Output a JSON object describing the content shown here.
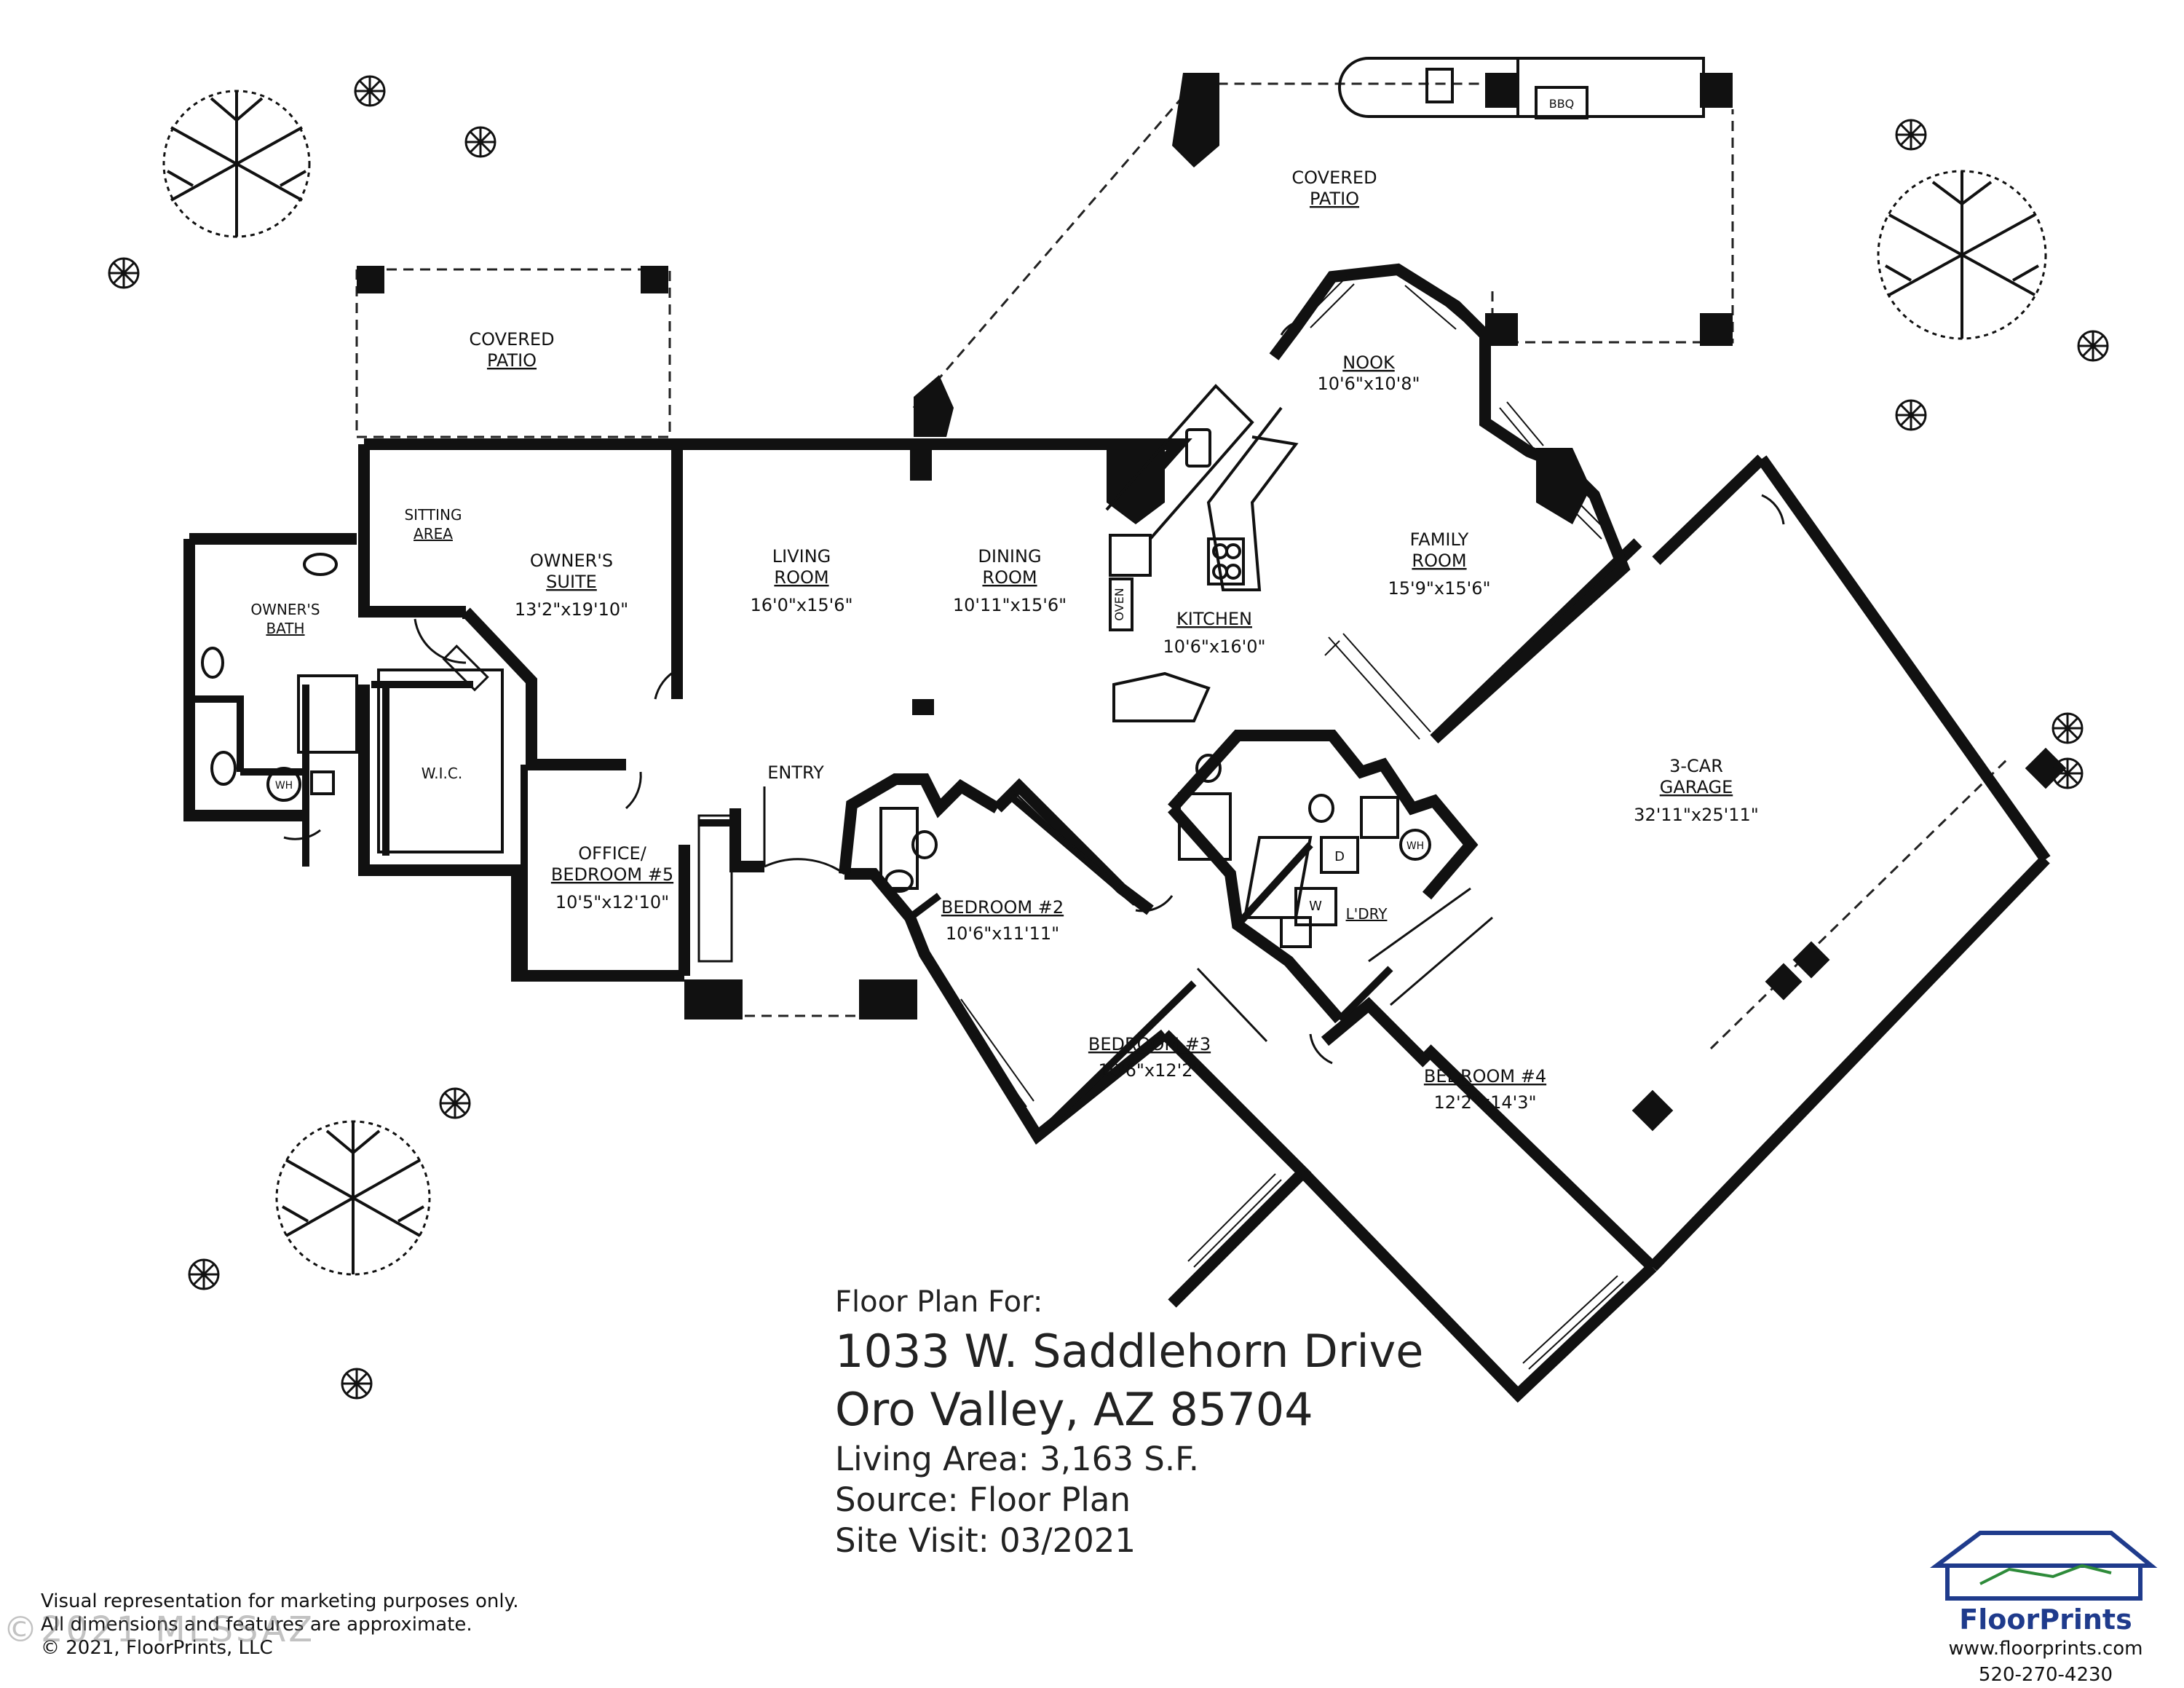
{
  "rooms": {
    "covered_patio_main": {
      "line1": "COVERED",
      "line2": "PATIO"
    },
    "covered_patio_left": {
      "line1": "COVERED",
      "line2": "PATIO"
    },
    "nook": {
      "name": "NOOK",
      "dim": "10'6\"x10'8\""
    },
    "sitting_area": {
      "line1": "SITTING",
      "line2": "AREA"
    },
    "owners_suite": {
      "line1": "OWNER'S",
      "line2": "SUITE",
      "dim": "13'2\"x19'10\""
    },
    "living_room": {
      "line1": "LIVING",
      "line2": "ROOM",
      "dim": "16'0\"x15'6\""
    },
    "dining_room": {
      "line1": "DINING",
      "line2": "ROOM",
      "dim": "10'11\"x15'6\""
    },
    "family_room": {
      "line1": "FAMILY",
      "line2": "ROOM",
      "dim": "15'9\"x15'6\""
    },
    "owners_bath": {
      "line1": "OWNER'S",
      "line2": "BATH"
    },
    "kitchen": {
      "name": "KITCHEN",
      "dim": "10'6\"x16'0\""
    },
    "oven": "OVEN",
    "bbq": "BBQ",
    "wic": "W.I.C.",
    "entry": "ENTRY",
    "office": {
      "line1": "OFFICE/",
      "line2": "BEDROOM #5",
      "dim": "10'5\"x12'10\""
    },
    "bedroom2": {
      "name": "BEDROOM #2",
      "dim": "10'6\"x11'11\""
    },
    "bedroom3": {
      "name": "BEDROOM #3",
      "dim": "10'6\"x12'2\""
    },
    "bedroom4": {
      "name": "BEDROOM #4",
      "dim": "12'2\"x14'3\""
    },
    "garage": {
      "line1": "3-CAR",
      "line2": "GARAGE",
      "dim": "32'11\"x25'11\""
    },
    "laundry": "L'DRY",
    "wh": "WH",
    "dryer": "D",
    "washer": "W"
  },
  "info": {
    "header": "Floor Plan For:",
    "address1": "1033 W. Saddlehorn Drive",
    "address2": "Oro Valley, AZ  85704",
    "living_area": "Living Area:  3,163 S.F.",
    "source": "Source:  Floor Plan",
    "site_visit": "Site Visit:  03/2021"
  },
  "disclaimer": {
    "line1": "Visual representation for marketing purposes only.",
    "line2": "All dimensions and features are approximate.",
    "line3": "© 2021, FloorPrints, LLC"
  },
  "watermark": "©2021 MLSSAZ",
  "brand": {
    "name": "FloorPrints",
    "website": "www.floorprints.com",
    "phone": "520-270-4230",
    "color": "#1f3b8c"
  }
}
